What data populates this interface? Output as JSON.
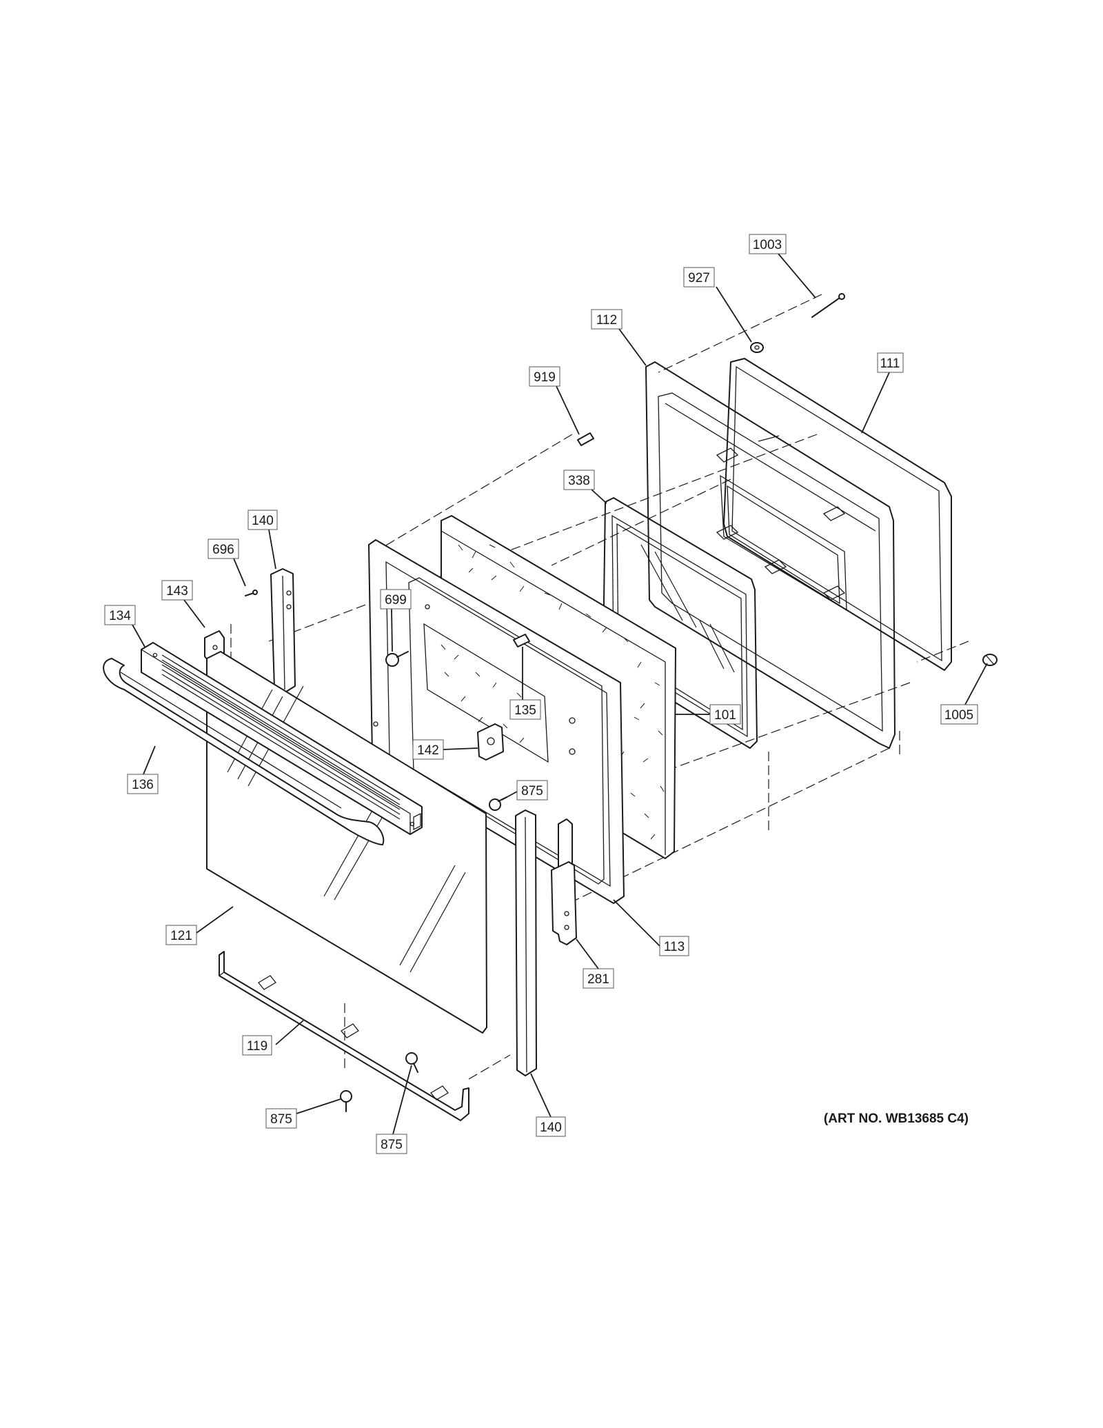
{
  "art_number": "(ART NO. WB13685 C4)",
  "callouts": [
    {
      "id": "c1003",
      "text": "1003"
    },
    {
      "id": "c927",
      "text": "927"
    },
    {
      "id": "c112",
      "text": "112"
    },
    {
      "id": "c111",
      "text": "111"
    },
    {
      "id": "c919",
      "text": "919"
    },
    {
      "id": "c338",
      "text": "338"
    },
    {
      "id": "c140a",
      "text": "140"
    },
    {
      "id": "c696",
      "text": "696"
    },
    {
      "id": "c143",
      "text": "143"
    },
    {
      "id": "c699",
      "text": "699"
    },
    {
      "id": "c134",
      "text": "134"
    },
    {
      "id": "c135",
      "text": "135"
    },
    {
      "id": "c101",
      "text": "101"
    },
    {
      "id": "c1005",
      "text": "1005"
    },
    {
      "id": "c142",
      "text": "142"
    },
    {
      "id": "c136",
      "text": "136"
    },
    {
      "id": "c875a",
      "text": "875"
    },
    {
      "id": "c121",
      "text": "121"
    },
    {
      "id": "c113",
      "text": "113"
    },
    {
      "id": "c281",
      "text": "281"
    },
    {
      "id": "c119",
      "text": "119"
    },
    {
      "id": "c875b",
      "text": "875"
    },
    {
      "id": "c875c",
      "text": "875"
    },
    {
      "id": "c140b",
      "text": "140"
    }
  ]
}
